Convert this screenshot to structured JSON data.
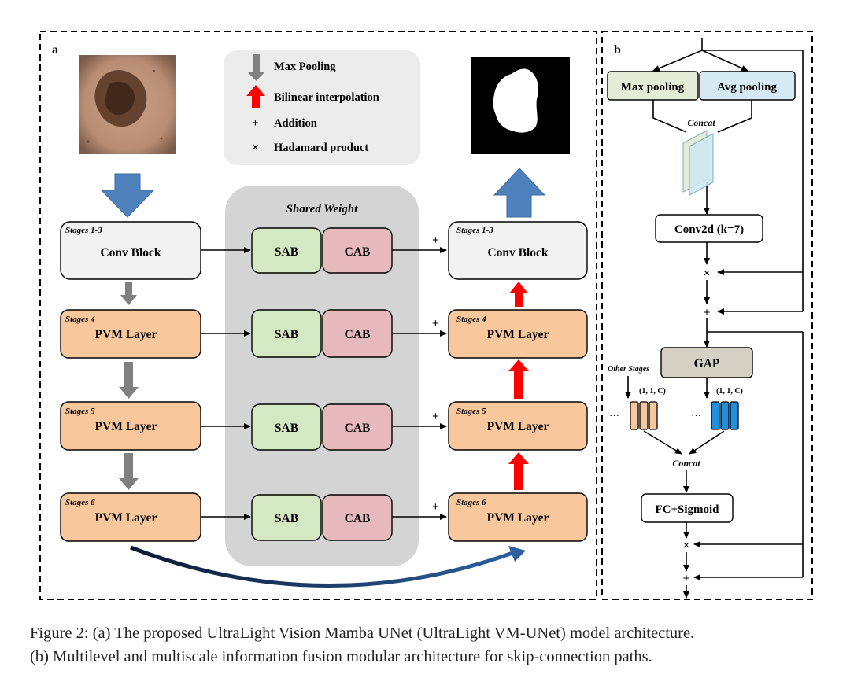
{
  "panel_a": {
    "label": "a",
    "legend": {
      "max_pooling": "Max Pooling",
      "bilinear": "Bilinear interpolation",
      "addition_symbol": "+",
      "addition": "Addition",
      "hadamard_symbol": "×",
      "hadamard": "Hadamard product"
    },
    "shared_weight": "Shared Weight",
    "encoder": [
      {
        "stage": "Stages 1-3",
        "block": "Conv Block"
      },
      {
        "stage": "Stages 4",
        "block": "PVM Layer"
      },
      {
        "stage": "Stages 5",
        "block": "PVM Layer"
      },
      {
        "stage": "Stages 6",
        "block": "PVM Layer"
      }
    ],
    "decoder": [
      {
        "stage": "Stages 1-3",
        "block": "Conv Block"
      },
      {
        "stage": "Stages 4",
        "block": "PVM Layer"
      },
      {
        "stage": "Stages 5",
        "block": "PVM Layer"
      },
      {
        "stage": "Stages 6",
        "block": "PVM Layer"
      }
    ],
    "sab_label": "SAB",
    "cab_label": "CAB",
    "plus": "+"
  },
  "panel_b": {
    "label": "b",
    "max_pooling": "Max pooling",
    "avg_pooling": "Avg pooling",
    "concat_1": "Concat",
    "conv": "Conv2d (k=7)",
    "times": "×",
    "plus": "+",
    "gap": "GAP",
    "other_stages": "Other Stages",
    "dim_left": "(1, 1, C)",
    "dim_right": "(1, 1, C)",
    "ellipsis": "···",
    "concat_2": "Concat",
    "fc": "FC+Sigmoid"
  },
  "caption": {
    "line1": "Figure 2: (a) The proposed UltraLight Vision Mamba UNet (UltraLight VM-UNet) model architecture.",
    "line2": "(b) Multilevel and multiscale information fusion modular architecture for skip-connection paths."
  },
  "colors": {
    "conv_block": "#f2f2f2",
    "pvm_layer": "#f8c79c",
    "sab": "#d5e8c4",
    "cab": "#e6b9bd",
    "shared_weight_bg": "#d4d4d4",
    "legend_bg": "#ececec",
    "blue_arrow": "#4f81bd",
    "red_arrow": "#ff0000",
    "gray_arrow": "#808080",
    "max_pool_b": "#e3ecd6",
    "avg_pool_b": "#d6eaf4",
    "gap": "#d4d0c4",
    "orange_bars": "#f8c79c",
    "blue_bars": "#1f8fe0"
  }
}
